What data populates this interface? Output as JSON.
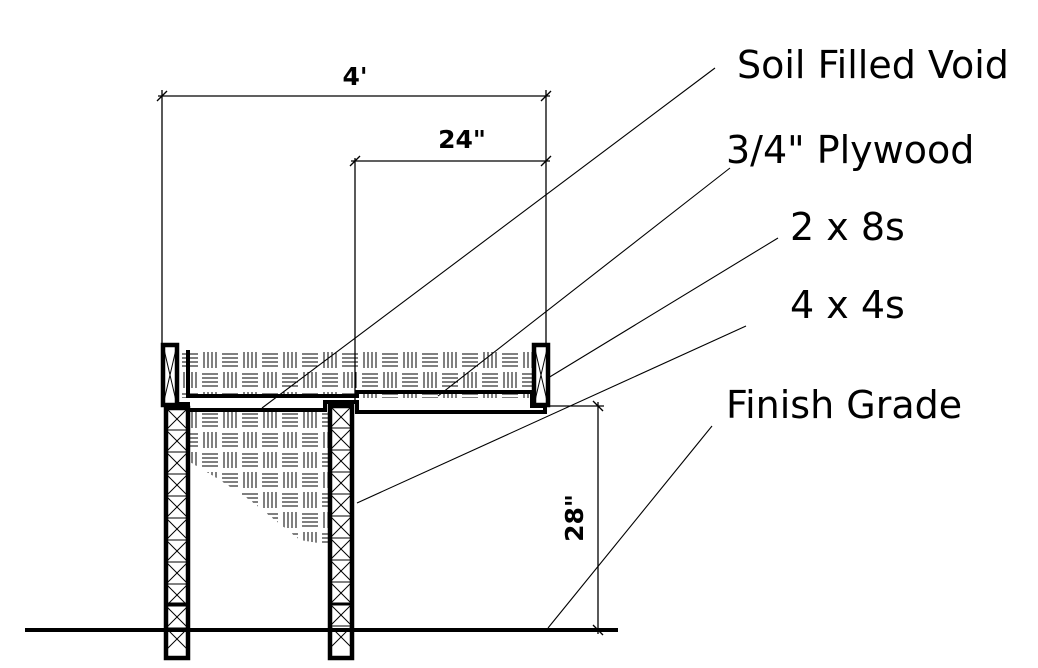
{
  "callouts": [
    {
      "id": "soil",
      "text": "Soil Filled Void"
    },
    {
      "id": "plywood",
      "text": "3/4\" Plywood"
    },
    {
      "id": "joists",
      "text": "2 x 8s"
    },
    {
      "id": "posts",
      "text": "4 x 4s"
    },
    {
      "id": "grade",
      "text": "Finish Grade"
    }
  ],
  "dimensions": {
    "overall_width": "4'",
    "inner_width": "24\"",
    "height": "28\""
  }
}
